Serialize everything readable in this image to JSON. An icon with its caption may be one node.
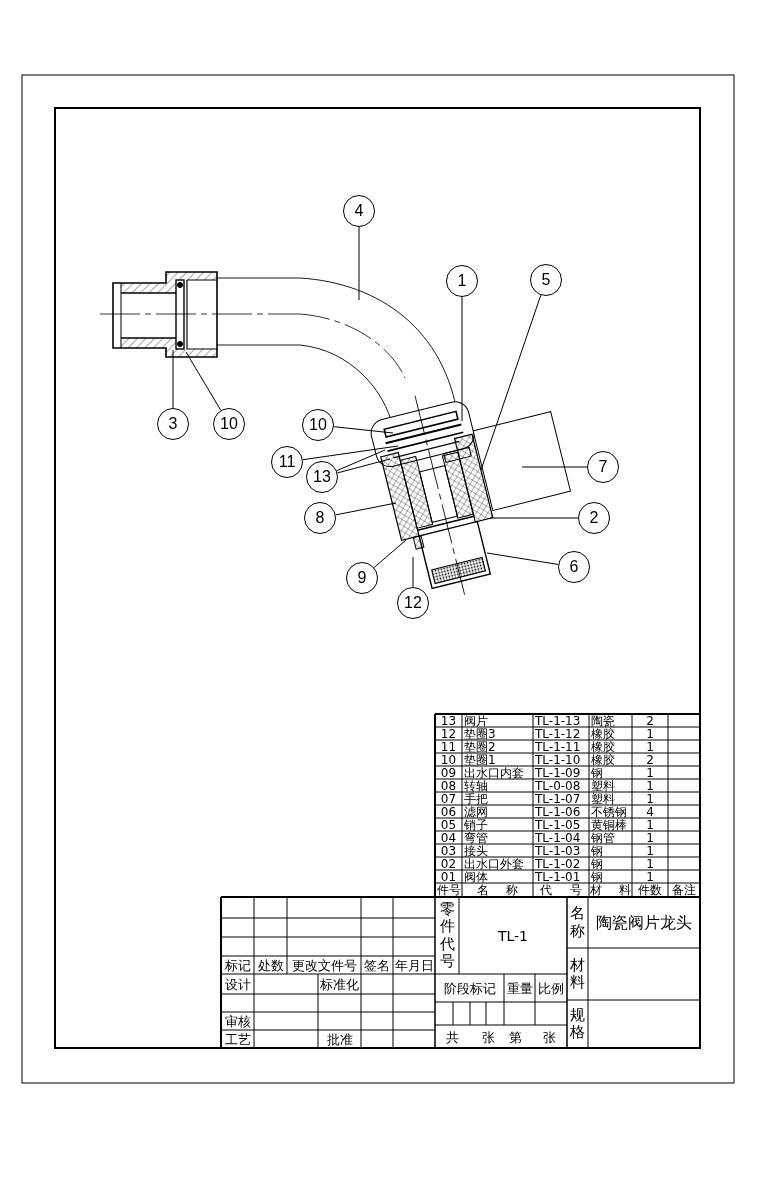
{
  "diagram": {
    "nodes": [
      {
        "text": [
          "4"
        ]
      },
      {
        "text": [
          "1"
        ]
      },
      {
        "text": [
          "5"
        ]
      },
      {
        "text": [
          "3"
        ]
      },
      {
        "text": [
          "10"
        ]
      },
      {
        "text": [
          "10"
        ]
      },
      {
        "text": [
          "11"
        ]
      },
      {
        "text": [
          "7"
        ]
      },
      {
        "text": [
          "13"
        ]
      },
      {
        "text": [
          "8"
        ]
      },
      {
        "text": [
          "2"
        ]
      },
      {
        "text": [
          "6"
        ]
      },
      {
        "text": [
          "9"
        ]
      },
      {
        "text": [
          "12"
        ]
      }
    ],
    "edges": [
      {
        "from": 0,
        "to": null,
        "arrow": "none"
      },
      {
        "from": 1,
        "to": null,
        "arrow": "none"
      },
      {
        "from": 2,
        "to": null,
        "arrow": "none"
      },
      {
        "from": 3,
        "to": null,
        "arrow": "none"
      },
      {
        "from": 4,
        "to": null,
        "arrow": "none"
      },
      {
        "from": 5,
        "to": null,
        "arrow": "none"
      },
      {
        "from": 6,
        "to": null,
        "arrow": "none"
      },
      {
        "from": 7,
        "to": null,
        "arrow": "none"
      },
      {
        "from": 8,
        "to": null,
        "arrow": "none"
      },
      {
        "from": 8,
        "to": null,
        "arrow": "none"
      },
      {
        "from": 9,
        "to": null,
        "arrow": "none"
      },
      {
        "from": 10,
        "to": null,
        "arrow": "none"
      },
      {
        "from": 11,
        "to": null,
        "arrow": "none"
      },
      {
        "from": 12,
        "to": null,
        "arrow": "none"
      },
      {
        "from": 13,
        "to": null,
        "arrow": "none"
      }
    ],
    "labels": [
      "13",
      "阀片",
      "TL-1-13",
      "陶瓷",
      "2",
      "12",
      "垫圈3",
      "TL-1-12",
      "橡胶",
      "1",
      "11",
      "垫圈2",
      "TL-1-11",
      "橡胶",
      "1",
      "10",
      "垫圈1",
      "TL-1-10",
      "橡胶",
      "2",
      "09",
      "出水口内套",
      "TL-1-09",
      "钢",
      "1",
      "08",
      "转轴",
      "TL-0-08",
      "塑料",
      "1",
      "07",
      "手把",
      "TL-1-07",
      "塑料",
      "1",
      "06",
      "滤网",
      "TL-1-06",
      "不锈钢",
      "4",
      "05",
      "销子",
      "TL-1-05",
      "黄铜棒",
      "1",
      "04",
      "弯管",
      "TL-1-04",
      "钢管",
      "1",
      "03",
      "接头",
      "TL-1-03",
      "钢",
      "1",
      "02",
      "出水口外套",
      "TL-1-02",
      "钢",
      "1",
      "01",
      "阀体",
      "TL-1-01",
      "钢",
      "1",
      "件号",
      "名 称",
      "代 号",
      "材 料",
      "件数",
      "备注",
      "零件代号",
      "TL-1",
      "名称",
      "陶瓷阀片龙头",
      "标记",
      "处数",
      "更改文件号",
      "签名",
      "年月日",
      "材料",
      "设计",
      "标准化",
      "阶段标记",
      "重量",
      "比例",
      "审核",
      "规格",
      "工艺",
      "批准",
      "共",
      "张",
      "第",
      "张"
    ]
  }
}
